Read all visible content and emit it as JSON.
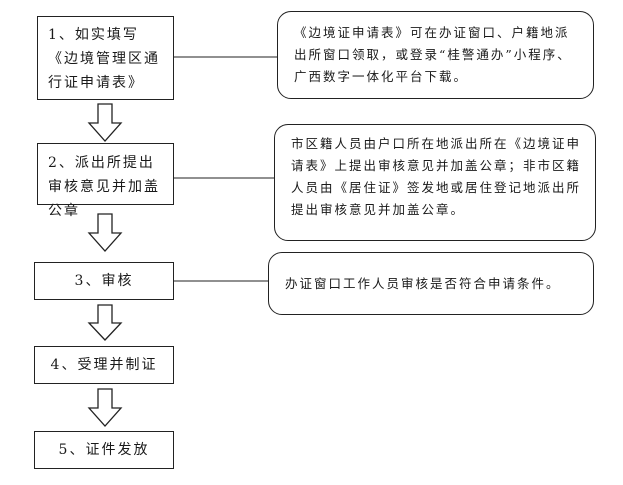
{
  "steps": [
    {
      "label": "1、如实填写《边境管理区通行证申请表》"
    },
    {
      "label": "2、派出所提出审核意见并加盖公章"
    },
    {
      "label": "3、审核"
    },
    {
      "label": "4、受理并制证"
    },
    {
      "label": "5、证件发放"
    }
  ],
  "notes": [
    {
      "text": "《边境证申请表》可在办证窗口、户籍地派出所窗口领取，或登录“桂警通办”小程序、广西数字一体化平台下载。"
    },
    {
      "text": "市区籍人员由户口所在地派出所在《边境证申请表》上提出审核意见并加盖公章；非市区籍人员由《居住证》签发地或居住登记地派出所提出审核意见并加盖公章。"
    },
    {
      "text": "办证窗口工作人员审核是否符合申请条件。"
    }
  ]
}
